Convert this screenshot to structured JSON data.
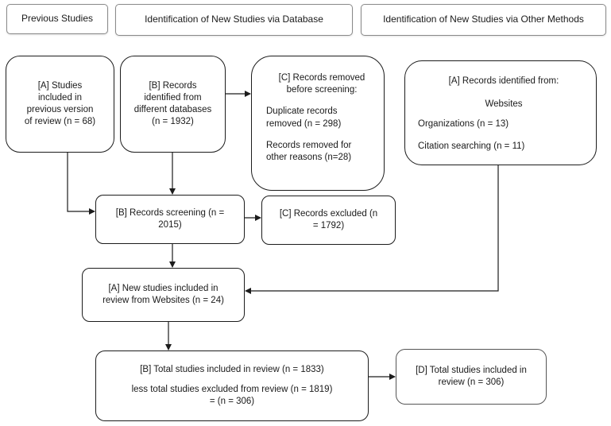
{
  "headers": {
    "previous": "Previous Studies",
    "database": "Identification of New Studies via Database",
    "other": "Identification of New Studies via Other Methods"
  },
  "boxes": {
    "previous_included": [
      "[A] Studies",
      "included in",
      "previous version",
      "of review (n = 68)"
    ],
    "records_identified": [
      "[B] Records",
      "identified from",
      "different databases",
      "(n = 1932)"
    ],
    "removed_before": {
      "title": [
        "[C] Records removed",
        "before screening:"
      ],
      "duplicates": [
        "Duplicate records",
        "removed (n = 298)"
      ],
      "other": [
        "Records removed for",
        "other reasons (n=28)"
      ]
    },
    "other_identified": {
      "title": "[A] Records identified from:",
      "websites": "Websites",
      "organizations": "Organizations (n = 13)",
      "citation": "Citation searching (n = 11)"
    },
    "screening": [
      "[B] Records screening (n =",
      "2015)"
    ],
    "excluded": [
      "[C] Records excluded (n",
      "= 1792)"
    ],
    "new_included": [
      "[A] New studies included in",
      "review from Websites (n = 24)"
    ],
    "total": {
      "line1": "[B] Total studies included in review (n = 1833)",
      "line2": [
        "less total studies excluded from review (n = 1819)",
        "= (n = 306)"
      ]
    },
    "final": [
      "[D] Total studies included in",
      "review (n = 306)"
    ]
  }
}
